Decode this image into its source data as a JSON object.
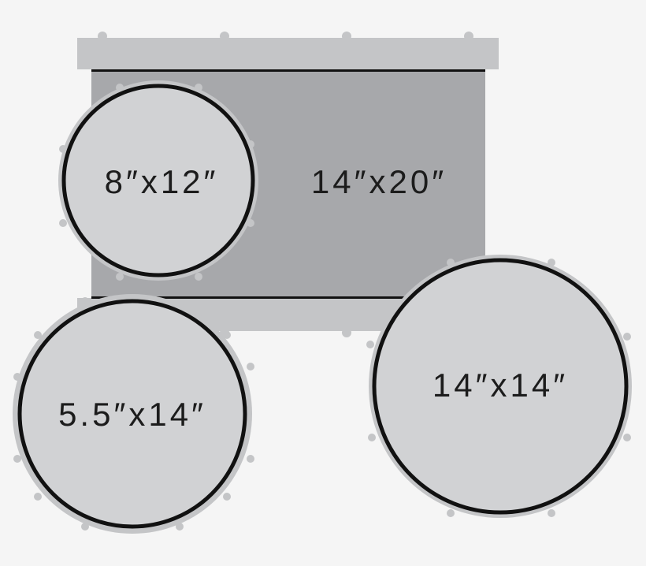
{
  "diagram": {
    "colors": {
      "background": "#f5f5f5",
      "kick_shell": "#a7a8ab",
      "kick_hoop": "#c4c5c7",
      "drum_head": "#d1d2d4",
      "drum_rim": "#c4c5c7",
      "outline": "#111111",
      "label": "#1c1c1c"
    },
    "drums": {
      "bass": {
        "label": "14″x20″"
      },
      "rack_tom": {
        "label": "8″x12″"
      },
      "snare": {
        "label": "5.5″x14″"
      },
      "floor_tom": {
        "label": "14″x14″"
      }
    }
  }
}
